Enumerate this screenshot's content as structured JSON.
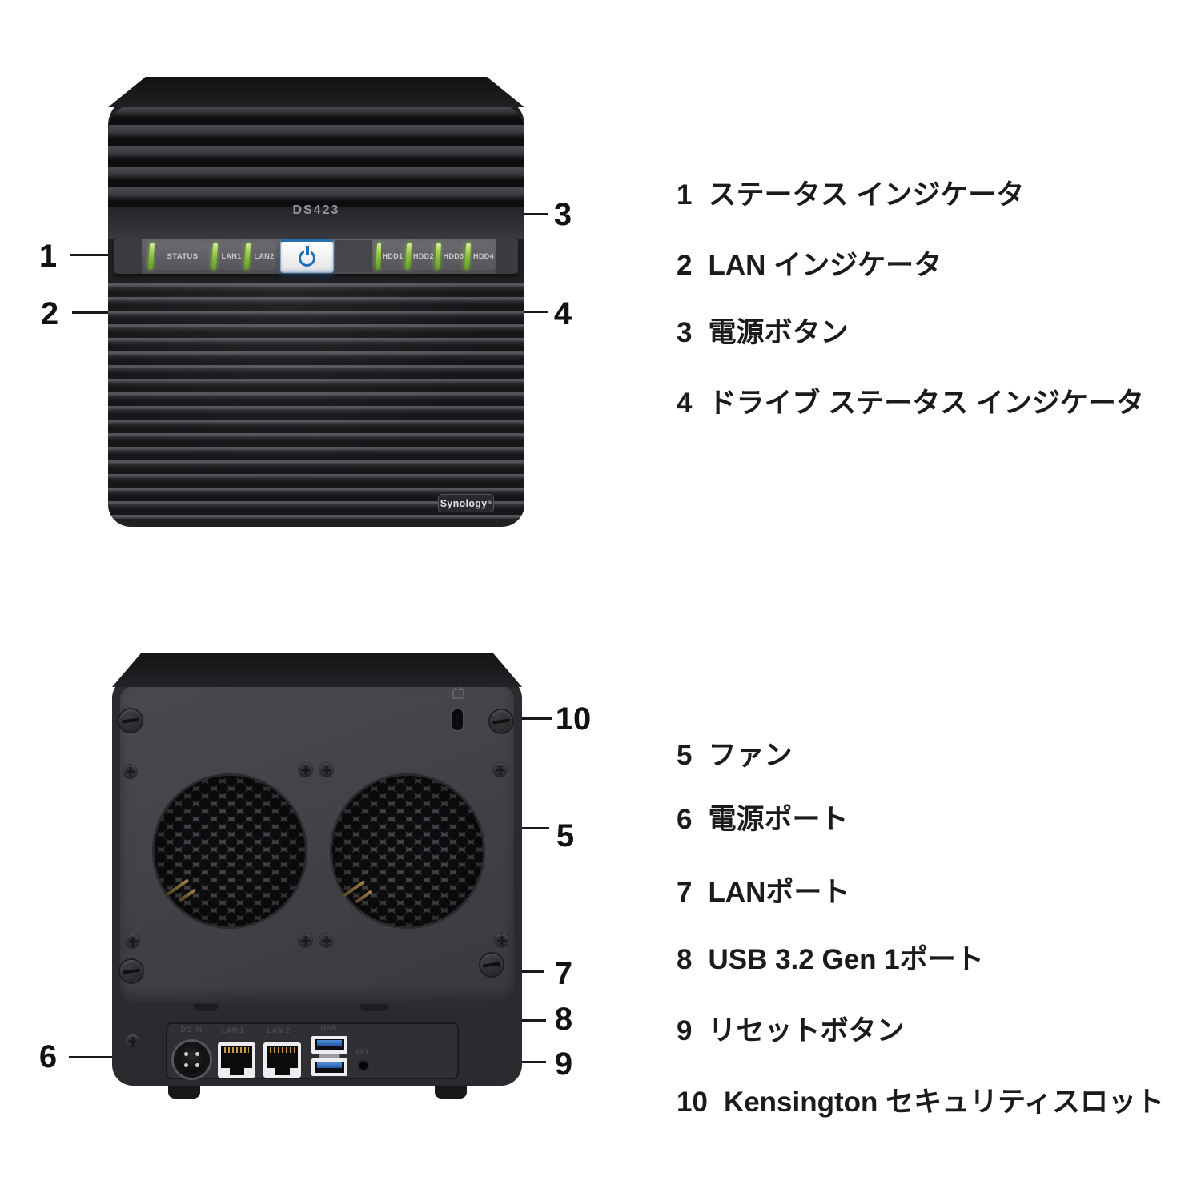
{
  "front_view": {
    "model": "DS423",
    "logo": "Synology",
    "reg_mark": "®",
    "panel": {
      "status_label": "STATUS",
      "lan1_label": "LAN1",
      "lan2_label": "LAN2",
      "hdd_labels": [
        "HDD1",
        "HDD2",
        "HDD3",
        "HDD4"
      ]
    },
    "callouts": {
      "c1": "1",
      "c2": "2",
      "c3": "3",
      "c4": "4"
    }
  },
  "rear_view": {
    "port_labels": {
      "dc": "DC IN",
      "lan1": "LAN 1",
      "lan2": "LAN 2",
      "usb": "USB",
      "reset": "RST"
    },
    "callouts": {
      "c5": "5",
      "c6": "6",
      "c7": "7",
      "c8": "8",
      "c9": "9",
      "c10": "10"
    }
  },
  "legend_front": {
    "items": [
      {
        "num": "1",
        "label": "ステータス インジケータ"
      },
      {
        "num": "2",
        "label": "LAN インジケータ"
      },
      {
        "num": "3",
        "label": "電源ボタン"
      },
      {
        "num": "4",
        "label": "ドライブ ステータス インジケータ"
      }
    ]
  },
  "legend_rear": {
    "items": [
      {
        "num": "5",
        "label": "ファン"
      },
      {
        "num": "6",
        "label": "電源ポート"
      },
      {
        "num": "7",
        "label": "LANポート"
      },
      {
        "num": "8",
        "label": "USB 3.2 Gen 1ポート"
      },
      {
        "num": "9",
        "label": "リセットボタン"
      },
      {
        "num": "10",
        "label": "Kensington セキュリティスロット"
      }
    ]
  },
  "colors": {
    "led_green": "#8dc63f",
    "power_blue": "#1f6fb6",
    "usb_blue": "#2b6bc9",
    "background": "#ffffff",
    "callout_black": "#1a1a1a",
    "callout_white": "#ffffff"
  }
}
